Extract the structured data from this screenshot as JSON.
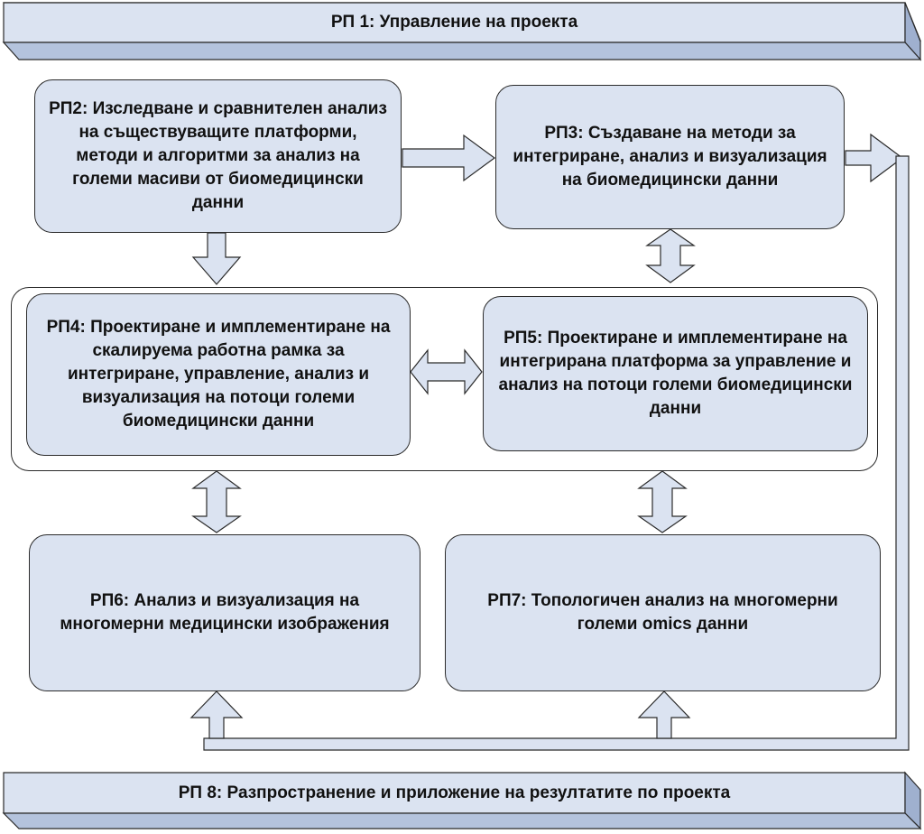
{
  "wp1": {
    "label": "РП 1: Управление на проекта"
  },
  "wp2": {
    "label": "РП2: Изследване и сравнителен анализ на съществуващите платформи, методи и алгоритми за анализ на големи масиви от биомедицински данни"
  },
  "wp3": {
    "label": "РП3: Създаване на методи за интегриране, анализ и визуализация на биомедицински данни"
  },
  "wp4": {
    "label": "РП4: Проектиране и имплементиране на скалируема работна рамка за интегриране, управление, анализ и визуализация на потоци големи биомедицински данни"
  },
  "wp5": {
    "label": "РП5: Проектиране и имплементиране на интегрирана платформа за управление и анализ на потоци големи биомедицински данни"
  },
  "wp6": {
    "label": "РП6: Анализ и визуализация на многомерни медицински изображения"
  },
  "wp7": {
    "label": "РП7: Топологичен анализ на многомерни големи omics данни"
  },
  "wp8": {
    "label": "РП 8: Разпространение и приложение на резултатите по проекта"
  },
  "colors": {
    "fill": "#dbe3f1",
    "bar_top": "#a9b8d4",
    "bar_side": "#8fa2c4",
    "stroke": "#2b2b2b"
  }
}
